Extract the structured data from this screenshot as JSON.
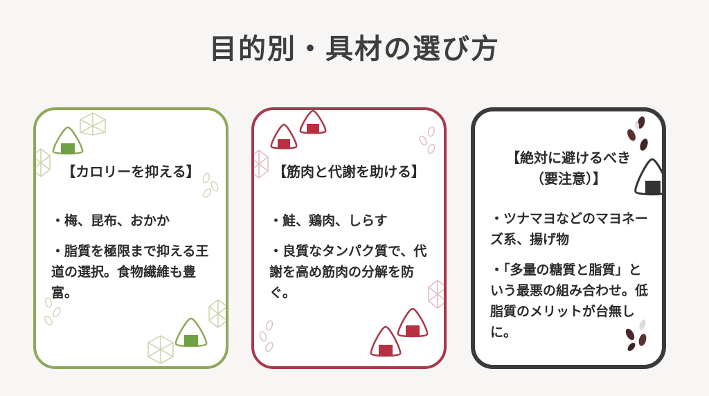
{
  "title": "目的別・具材の選び方",
  "cards": [
    {
      "heading": "【カロリーを抑える】",
      "bullets": [
        "・梅、昆布、おかか",
        "・脂質を極限まで抑える王道の選択。食物繊維も豊富。"
      ],
      "accent": "#8ea85a",
      "fill": "#6fa043"
    },
    {
      "heading": "【筋肉と代謝を助ける】",
      "bullets": [
        "・鮭、鶏肉、しらす",
        "・良質なタンパク質で、代謝を高め筋肉の分解を防ぐ。"
      ],
      "accent": "#a8394a",
      "fill": "#b8303f"
    },
    {
      "heading_lines": [
        "【絶対に避けるべき",
        "（要注意）】"
      ],
      "bullets": [
        "・ツナマヨなどのマヨネーズ系、揚げ物",
        "・「多量の糖質と脂質」という最悪の組み合わせ。低脂質のメリットが台無しに。"
      ],
      "accent": "#3a3a3a",
      "fill": "#333333"
    }
  ]
}
